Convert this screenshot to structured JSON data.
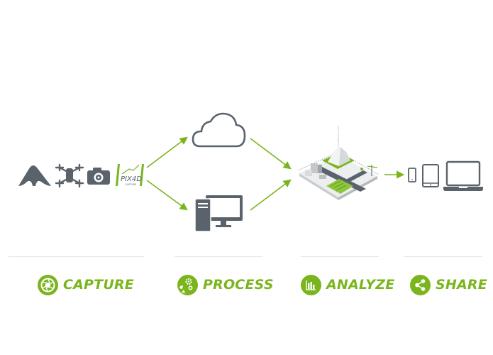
{
  "colors": {
    "accent": "#7ab51d",
    "icon_gray": "#5a636b",
    "divider": "#e3e3e3"
  },
  "capture_devices": [
    {
      "icon": "fixed-wing-drone-icon"
    },
    {
      "icon": "quadcopter-drone-icon"
    },
    {
      "icon": "camera-icon"
    },
    {
      "icon": "pix4d-capture-logo",
      "logo_text": "PIX4D",
      "logo_subtext": "CAPTURE"
    }
  ],
  "process_targets": [
    {
      "icon": "cloud-icon"
    },
    {
      "icon": "desktop-computer-icon"
    }
  ],
  "analyze_visual": {
    "icon": "3d-city-model-icon"
  },
  "share_devices": [
    {
      "icon": "smartphone-icon"
    },
    {
      "icon": "tablet-icon"
    },
    {
      "icon": "laptop-icon"
    }
  ],
  "steps": [
    {
      "label": "CAPTURE",
      "icon": "aperture-icon"
    },
    {
      "label": "PROCESS",
      "icon": "gears-head-icon"
    },
    {
      "label": "ANALYZE",
      "icon": "bar-chart-icon"
    },
    {
      "label": "SHARE",
      "icon": "share-icon"
    }
  ]
}
